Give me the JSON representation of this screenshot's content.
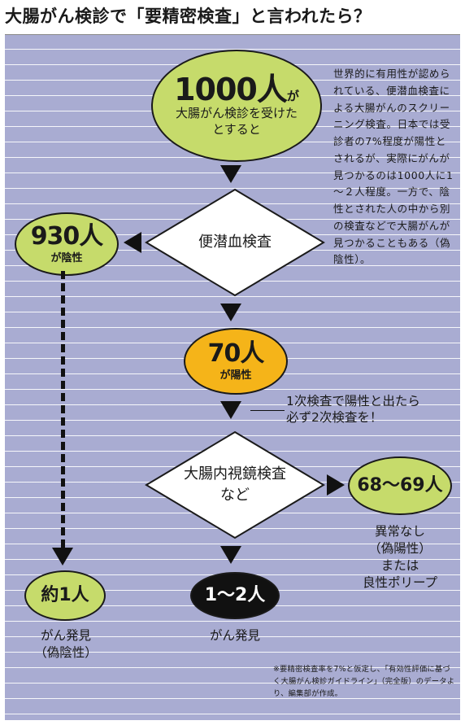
{
  "title": "大腸がん検診で「要精密検査」と言われたら？",
  "start": {
    "count": "1000人",
    "suffix": "が",
    "line1": "大腸がん検診を受けた",
    "line2": "とすると"
  },
  "side_text": "世界的に有用性が認められている、便潜血検査による大腸がんのスクリーニング検査。日本では受診者の7%程度が陽性とされるが、実際にがんが見つかるのは1000人に1～２人程度。一方で、陰性とされた人の中から別の検査などで大腸がんが見つかることもある（偽陰性）。",
  "test1": {
    "label": "便潜血検査"
  },
  "negative": {
    "count": "930人",
    "label": "が陰性"
  },
  "positive": {
    "count": "70人",
    "label": "が陽性"
  },
  "note": {
    "line1": "1次検査で陽性と出たら",
    "line2": "必ず2次検査を！"
  },
  "test2": {
    "line1": "大腸内視鏡検査",
    "line2": "など"
  },
  "false_pos": {
    "count": "68～69人",
    "line1": "異常なし",
    "line2": "（偽陽性）",
    "line3": "または",
    "line4": "良性ポリープ"
  },
  "false_neg": {
    "count": "約1人",
    "line1": "がん発見",
    "line2": "（偽陰性）"
  },
  "found": {
    "count": "1～2人",
    "line1": "がん発見"
  },
  "footnote": "※要精密検査率を7%と仮定し、「有効性評価に基づく大腸がん検診ガイドライン」（完全版）のデータより、編集部が作成。",
  "colors": {
    "panel": "#a9acd2",
    "green": "#c6db6b",
    "yellow": "#f5b419",
    "black": "#111111"
  }
}
